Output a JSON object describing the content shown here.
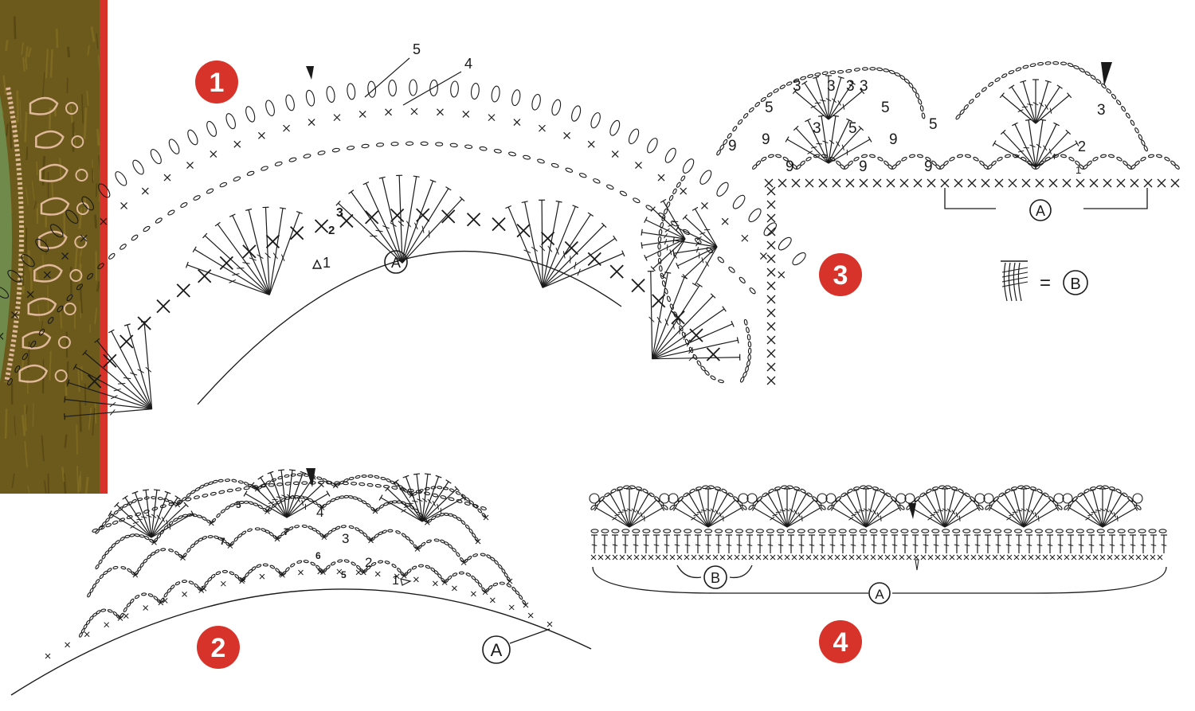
{
  "figure": {
    "colors": {
      "badge": "#d8332a",
      "badge_text": "#ffffff",
      "stroke": "#1a1a1a",
      "photo_bg": "#6b5a1c",
      "photo_border": "#d8332a",
      "photo_lace": "#e0b89a"
    },
    "diagram_1": {
      "badge": "1",
      "base_label": "A",
      "row_numbers": [
        "1",
        "2",
        "3",
        "4",
        "5"
      ],
      "start_symbol": "start-triangle",
      "end_symbol": "end-arrowhead"
    },
    "diagram_2": {
      "badge": "2",
      "base_label": "A",
      "row_numbers": [
        "1",
        "2",
        "3",
        "4",
        "5",
        "6",
        "7",
        "7",
        "5"
      ],
      "start_symbol": "start-triangle",
      "end_symbol": "end-arrowhead"
    },
    "diagram_3": {
      "badge": "3",
      "base_label": "A",
      "row_numbers": [
        "1",
        "2",
        "3",
        "3",
        "3",
        "3",
        "3",
        "3",
        "5",
        "5",
        "5",
        "5",
        "9",
        "9",
        "9",
        "9",
        "9"
      ],
      "legend_equals": "=",
      "legend_label": "B",
      "legend_symbol": "cluster-stitch-icon",
      "end_symbol": "end-arrowhead"
    },
    "diagram_4": {
      "badge": "4",
      "base_label": "A",
      "repeat_label": "B",
      "start_symbol": "start-triangle",
      "end_symbol": "end-arrowhead"
    }
  }
}
